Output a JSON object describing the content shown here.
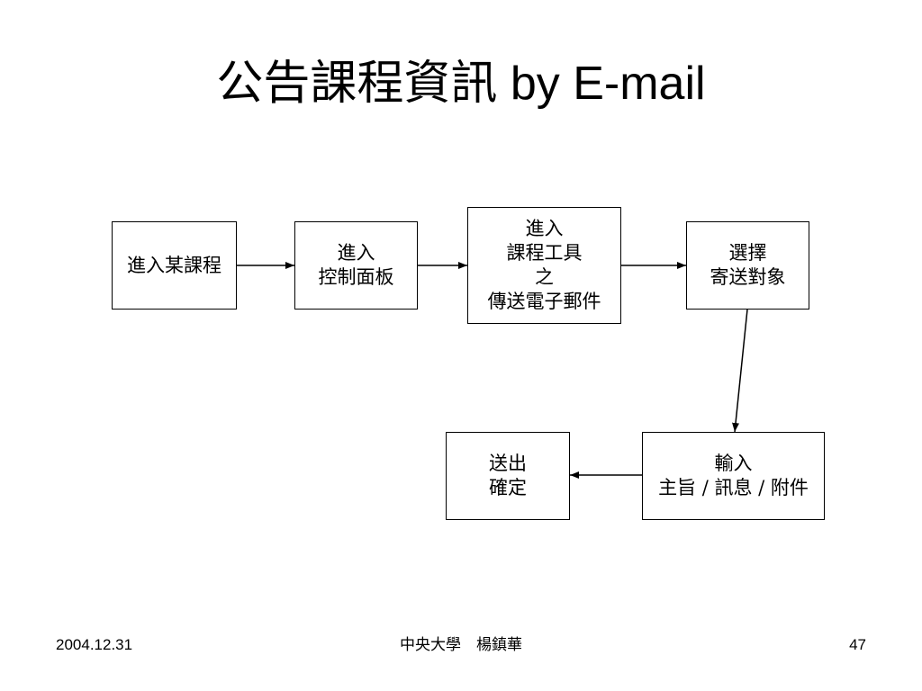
{
  "slide": {
    "title_cjk": "公告課程資訊",
    "title_latin": " by E-mail"
  },
  "flow": {
    "box1": [
      "進入某課程"
    ],
    "box2": [
      "進入",
      "控制面板"
    ],
    "box3": [
      "進入",
      "課程工具",
      "之",
      "傳送電子郵件"
    ],
    "box4": [
      "選擇",
      "寄送對象"
    ],
    "box5": [
      "輸入",
      "主旨 / 訊息 / 附件"
    ],
    "box6": [
      "送出",
      "確定"
    ]
  },
  "footer": {
    "date": "2004.12.31",
    "author": "中央大學　楊鎮華",
    "page": "47"
  }
}
